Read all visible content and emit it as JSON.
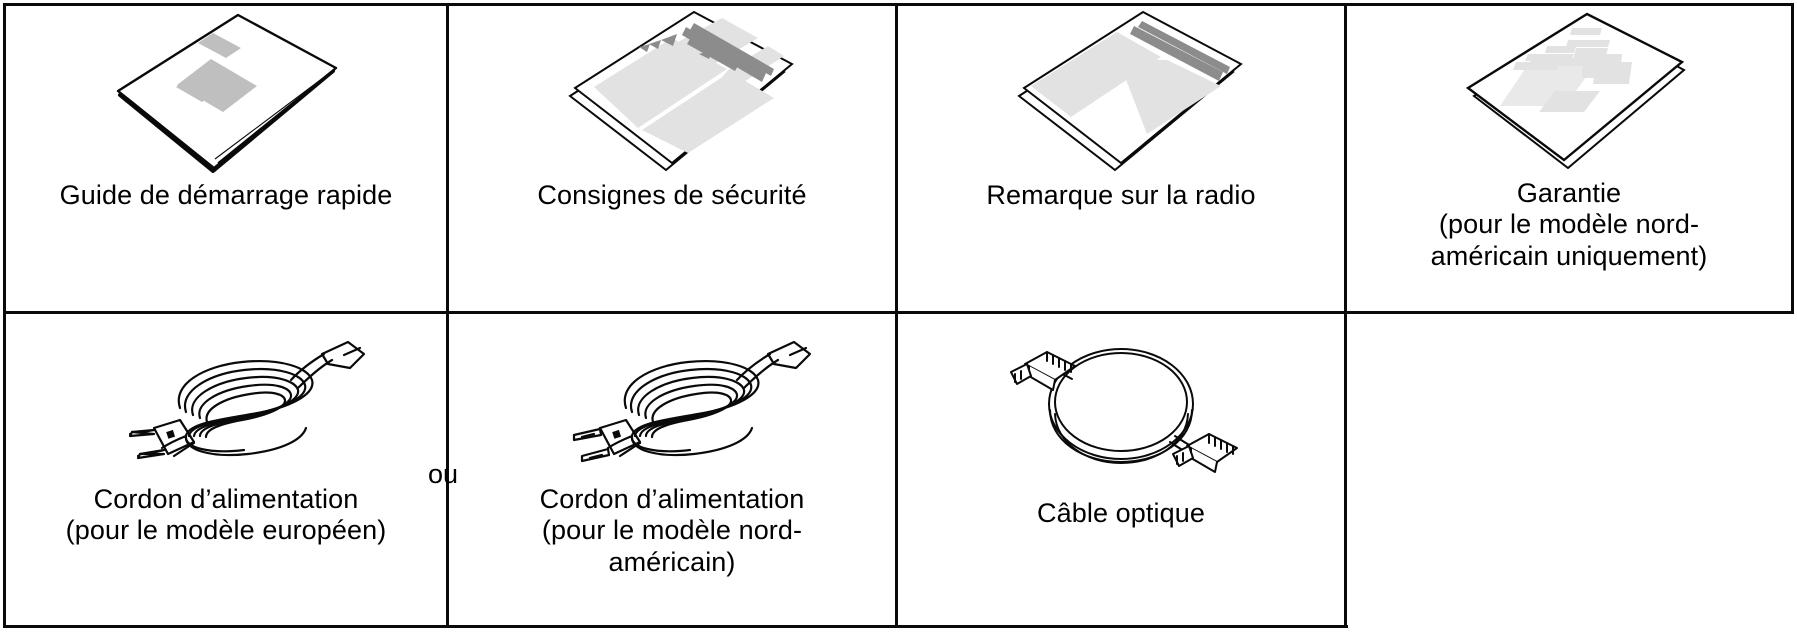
{
  "figure": {
    "type": "packing-contents-grid",
    "rows": 2,
    "columns": 4,
    "connector_label": "ou"
  },
  "items": [
    {
      "id": "quick-start-guide",
      "icon": "booklet-icon",
      "label": "Guide de démarrage rapide",
      "row": 1,
      "column": 1
    },
    {
      "id": "safety-instructions",
      "icon": "stacked-sheets-icon",
      "label": "Consignes de sécurité",
      "row": 1,
      "column": 2
    },
    {
      "id": "radio-notice",
      "icon": "stacked-sheets-icon",
      "label": "Remarque sur la radio",
      "row": 1,
      "column": 3
    },
    {
      "id": "warranty",
      "icon": "stacked-sheets-icon",
      "label": "Garantie\n(pour le modèle nord-\naméricain uniquement)",
      "row": 1,
      "column": 4
    },
    {
      "id": "power-cord-eu",
      "icon": "coiled-power-cord-icon",
      "label": "Cordon d’alimentation\n(pour le modèle européen)",
      "row": 2,
      "column": 1
    },
    {
      "id": "power-cord-na",
      "icon": "coiled-power-cord-icon",
      "label": "Cordon d’alimentation\n(pour le modèle nord-\naméricain)",
      "row": 2,
      "column": 2
    },
    {
      "id": "optical-cable",
      "icon": "coiled-optical-cable-icon",
      "label": "Câble optique",
      "row": 2,
      "column": 3
    }
  ],
  "colors": {
    "ink": "#0a0a0a",
    "paper": "#ffffff",
    "fill_light": "#e2e2e2",
    "fill_mid": "#bfbfbf",
    "fill_dark": "#8c8c8c"
  }
}
